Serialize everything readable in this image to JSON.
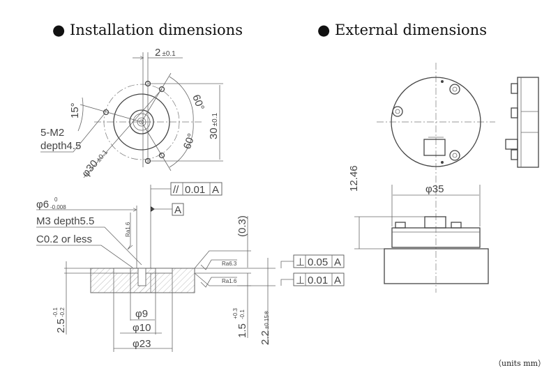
{
  "titles": {
    "installation": "● Installation dimensions",
    "external": "● External dimensions"
  },
  "top_view": {
    "offset": "2",
    "offset_tol": "±0.1",
    "height": "30",
    "height_tol": "±0.1",
    "angle_15": "15°",
    "angle_60a": "60°",
    "angle_60b": "60°",
    "holes": "5-M2",
    "holes_depth": "depth4.5",
    "pcd": "φ30",
    "pcd_tol": "±0.1"
  },
  "section_view": {
    "shaft": "φ6",
    "shaft_tol_upper": "0",
    "shaft_tol_lower": "-0.008",
    "tapped": "M3 depth5.5",
    "chamfer": "C0.2 or less",
    "ra_shaft": "Ra1.6",
    "ra_top": "Ra6.3",
    "ra_bottom": "Ra1.6",
    "parallel": {
      "symbol": "//",
      "value": "0.01",
      "datum": "A"
    },
    "datum": "A",
    "perp1": {
      "symbol": "⊥",
      "value": "0.05",
      "datum": "A"
    },
    "perp2": {
      "symbol": "⊥",
      "value": "0.01",
      "datum": "A"
    },
    "gap": "(0.3)",
    "depth1": "1.5",
    "depth1_upper": "+0.3",
    "depth1_lower": "-0.1",
    "depth2": "2.2",
    "depth2_tol": "±0.15※",
    "recess": "2.5",
    "recess_upper": "-0.1",
    "recess_lower": "-0.2",
    "d9": "φ9",
    "d10": "φ10",
    "d23": "φ23"
  },
  "external": {
    "diameter": "φ35",
    "height": "12.46"
  },
  "units": "（units mm）"
}
